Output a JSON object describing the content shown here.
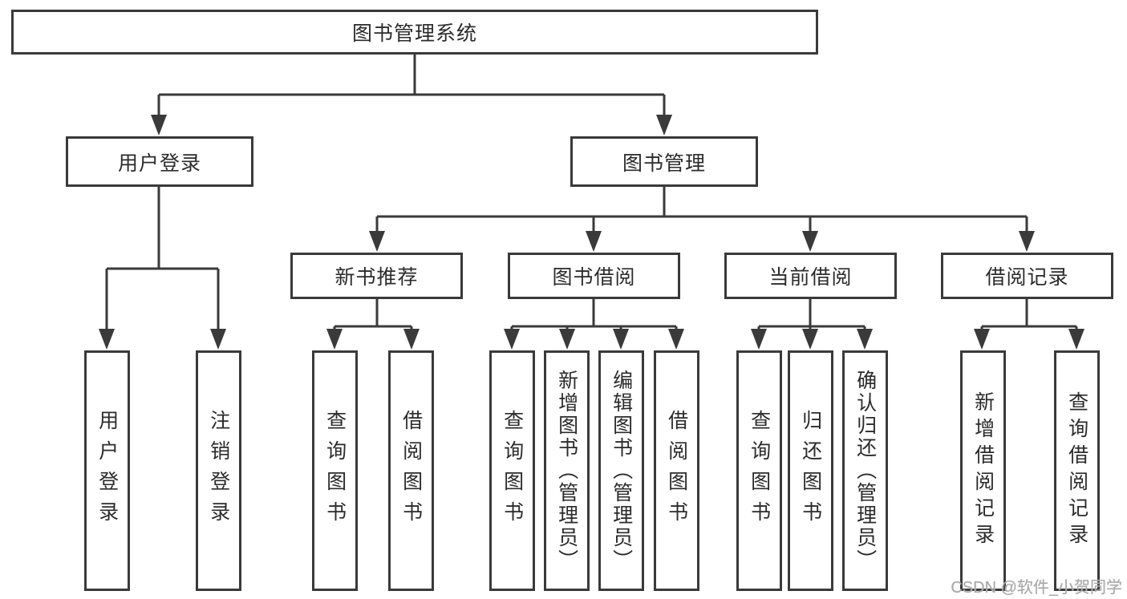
{
  "tree": {
    "label": "图书管理系统",
    "children": [
      {
        "label": "用户登录",
        "children": [
          {
            "label": "用户登录"
          },
          {
            "label": "注销登录"
          }
        ]
      },
      {
        "label": "图书管理",
        "children": [
          {
            "label": "新书推荐",
            "children": [
              {
                "label": "查询图书"
              },
              {
                "label": "借阅图书"
              }
            ]
          },
          {
            "label": "图书借阅",
            "children": [
              {
                "label": "查询图书"
              },
              {
                "label": "新增图书（管理员）"
              },
              {
                "label": "编辑图书（管理员）"
              },
              {
                "label": "借阅图书"
              }
            ]
          },
          {
            "label": "当前借阅",
            "children": [
              {
                "label": "查询图书"
              },
              {
                "label": "归还图书"
              },
              {
                "label": "确认归还（管理员）"
              }
            ]
          },
          {
            "label": "借阅记录",
            "children": [
              {
                "label": "新增借阅记录"
              },
              {
                "label": "查询借阅记录"
              }
            ]
          }
        ]
      }
    ]
  },
  "watermark": {
    "text": "CSDN @软件_小贺同学"
  },
  "colors": {
    "line": "#3a3a3a",
    "text": "#2b2b2b",
    "watermark": "#a9a9a9"
  }
}
